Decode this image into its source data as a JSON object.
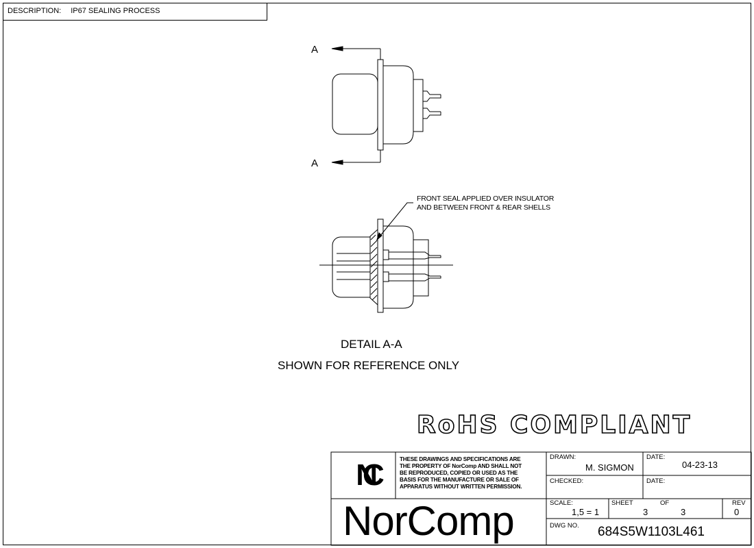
{
  "description": {
    "label": "DESCRIPTION:",
    "value": "IP67 SEALING PROCESS"
  },
  "section_marks": {
    "top": "A",
    "bottom": "A"
  },
  "seal_note": {
    "line1": "FRONT SEAL APPLIED OVER INSULATOR",
    "line2": "AND BETWEEN FRONT & REAR SHELLS"
  },
  "detail": {
    "title": "DETAIL  A-A",
    "subtitle": "SHOWN FOR REFERENCE ONLY"
  },
  "rohs": "RoHS COMPLIANT",
  "title_block": {
    "logo_letters": "NC",
    "legal": [
      "THESE DRAWINGS AND SPECIFICATIONS ARE",
      "THE PROPERTY OF NorComp AND SHALL NOT",
      "BE REPRODUCED, COPIED OR USED AS THE",
      "BASIS FOR THE MANUFACTURE OR SALE OF",
      "APPARATUS WITHOUT WRITTEN PERMISSION."
    ],
    "company": "NorComp",
    "drawn_label": "DRAWN:",
    "drawn_value": "M. SIGMON",
    "date_label": "DATE:",
    "date_value": "04-23-13",
    "checked_label": "CHECKED:",
    "checked_date_label": "DATE:",
    "scale_label": "SCALE:",
    "scale_value": "1,5 = 1",
    "sheet_label": "SHEET",
    "sheet_value": "3",
    "of_label": "OF",
    "of_value": "3",
    "rev_label": "REV",
    "rev_value": "0",
    "dwg_label": "DWG  NO.",
    "dwg_value": "684S5W1103L461"
  }
}
